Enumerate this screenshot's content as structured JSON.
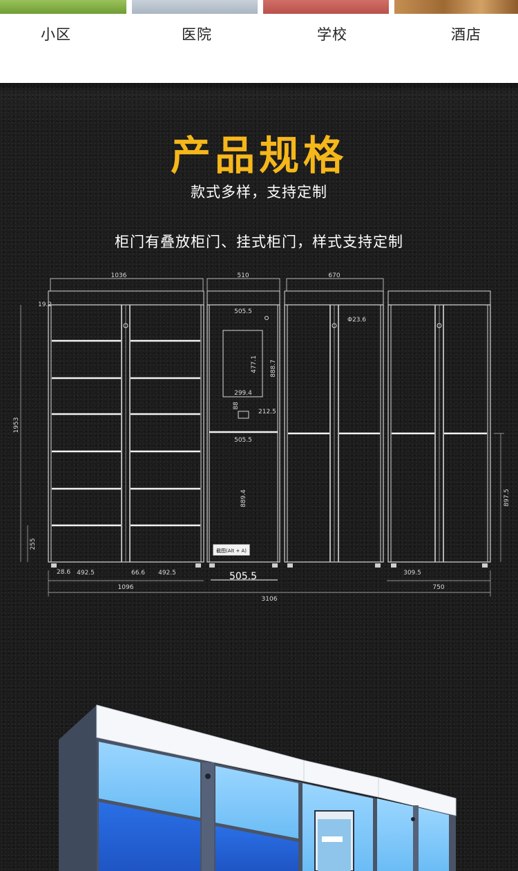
{
  "categories": [
    {
      "label": "小区",
      "color": "#7fae3c"
    },
    {
      "label": "医院",
      "color": "#b9c4d0"
    },
    {
      "label": "学校",
      "color": "#c9605a"
    },
    {
      "label": "酒店",
      "color": "#b8824a"
    }
  ],
  "section": {
    "title": "产品规格",
    "subtitle": "款式多样，支持定制",
    "description": "柜门有叠放柜门、挂式柜门，样式支持定制"
  },
  "drawing": {
    "dims": {
      "w1036": "1036",
      "w510": "510",
      "w670": "670",
      "d19_2": "19.2",
      "h1953": "1953",
      "h255": "255",
      "w505_5a": "505.5",
      "h477_1": "477.1",
      "h888_7": "888.7",
      "w299_4": "299.4",
      "h88": "88",
      "w212_5": "212.5",
      "w505_5b": "505.5",
      "h889_4": "889.4",
      "d23_6": "Φ23.6",
      "h897_5": "897.5",
      "w28_6": "28.6",
      "w492_5a": "492.5",
      "w66_6": "66.6",
      "w492_5b": "492.5",
      "w505_5c": "505.5",
      "w309_5": "309.5",
      "w1096": "1096",
      "w750": "750",
      "w3106": "3106"
    },
    "screen_note": "截图(Alt + A)"
  },
  "colors": {
    "accent": "#f6b71b",
    "locker_light": "#79c6ff",
    "locker_dark": "#2463d8"
  }
}
